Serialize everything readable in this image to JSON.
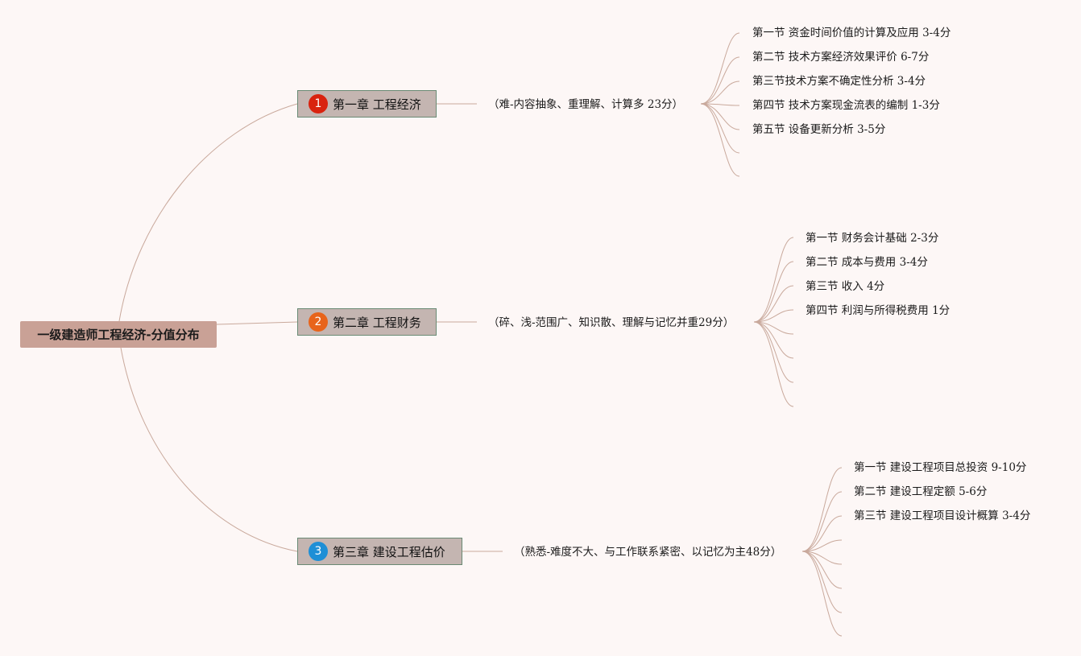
{
  "root": {
    "label": "一级建造师工程经济-分值分布"
  },
  "chapters": [
    {
      "number": "1",
      "title": "第一章 工程经济",
      "color": "#d9230f",
      "note": "（难-内容抽象、重理解、计算多 23分）",
      "sections": [
        "第一节 资金时间价值的计算及应用 3-4分",
        "第二节 技术方案经济效果评价 6-7分",
        "第三节技术方案不确定性分析 3-4分",
        "第四节 技术方案现金流表的编制 1-3分",
        "第五节 设备更新分析 3-5分"
      ]
    },
    {
      "number": "2",
      "title": "第二章 工程财务",
      "color": "#e8641b",
      "note": "（碎、浅-范围广、知识散、理解与记忆并重29分）",
      "sections": [
        "第一节 财务会计基础 2-3分",
        "第二节 成本与费用 3-4分",
        "第三节 收入 4分",
        "第四节 利润与所得税费用 1分"
      ]
    },
    {
      "number": "3",
      "title": "第三章 建设工程估价",
      "color": "#1e8fd6",
      "note": "（熟悉-难度不大、与工作联系紧密、以记忆为主48分）",
      "sections": [
        "第一节 建设工程项目总投资 9-10分",
        "第二节 建设工程定额 5-6分",
        "第三节 建设工程项目设计概算 3-4分"
      ]
    }
  ],
  "style": {
    "line_color": "#c9a99c",
    "background": "#fdf7f6"
  }
}
